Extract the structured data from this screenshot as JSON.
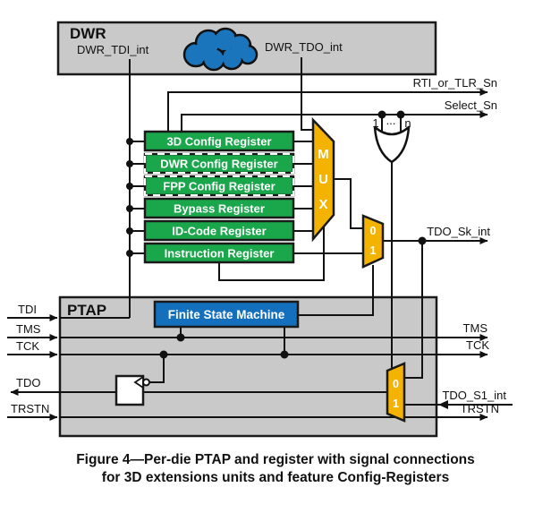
{
  "dwr": {
    "title": "DWR",
    "tdi_int_label": "DWR_TDI_int",
    "tdo_int_label": "DWR_TDO_int"
  },
  "registers": [
    {
      "label": "3D Config Register",
      "style": "solid"
    },
    {
      "label": "DWR Config Register",
      "style": "dashed"
    },
    {
      "label": "FPP Config Register",
      "style": "dashed"
    },
    {
      "label": "Bypass Register",
      "style": "solid"
    },
    {
      "label": "ID-Code Register",
      "style": "solid"
    },
    {
      "label": "Instruction Register",
      "style": "solid"
    }
  ],
  "mux": {
    "letters": [
      "M",
      "U",
      "X"
    ]
  },
  "tdo_mux_upper": {
    "input0": "0",
    "input1": "1"
  },
  "tdo_mux_lower": {
    "input0": "0",
    "input1": "1"
  },
  "or_gate": {
    "label_first": "1",
    "label_ellipsis": "...",
    "label_last": "n"
  },
  "ptap": {
    "title": "PTAP",
    "fsm_label": "Finite State Machine"
  },
  "signals_left": {
    "tdi": "TDI",
    "tms": "TMS",
    "tck": "TCK",
    "tdo": "TDO",
    "trstn": "TRSTN"
  },
  "signals_right": {
    "rti_or_tlr": "RTI_or_TLR_Sn",
    "select": "Select_Sn",
    "tdo_sk_int": "TDO_Sk_int",
    "tms": "TMS",
    "tck": "TCK",
    "tdo_s1_int": "TDO_S1_int",
    "trstn": "TRSTN"
  },
  "caption": {
    "line1": "Figure 4—Per-die PTAP and register with signal connections",
    "line2": "for 3D extensions units and feature Config-Registers"
  },
  "colors": {
    "register_green": "#1aa64b",
    "mux_orange": "#f5b301",
    "fsm_blue": "#1470bd",
    "cloud_blue": "#1b75bc",
    "box_gray": "#c9c9ca",
    "line_black": "#111111"
  }
}
